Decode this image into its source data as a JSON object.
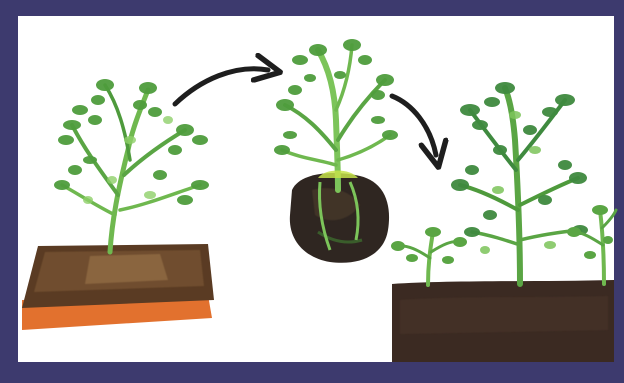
{
  "illustration": {
    "panels": [
      {
        "step": "sponge-seedling"
      },
      {
        "step": "root-ball-seedling"
      },
      {
        "step": "soil-planted-seedlings"
      }
    ],
    "colors": {
      "border": "#3d3a6e",
      "paper": "#ffffff",
      "leaf_dark": "#3f8a3f",
      "leaf_light": "#7cc45a",
      "sponge_top": "#6b4a2b",
      "sponge_bottom": "#e0651c",
      "soil": "#3b2a22",
      "arrow": "#1e1e1e"
    }
  }
}
